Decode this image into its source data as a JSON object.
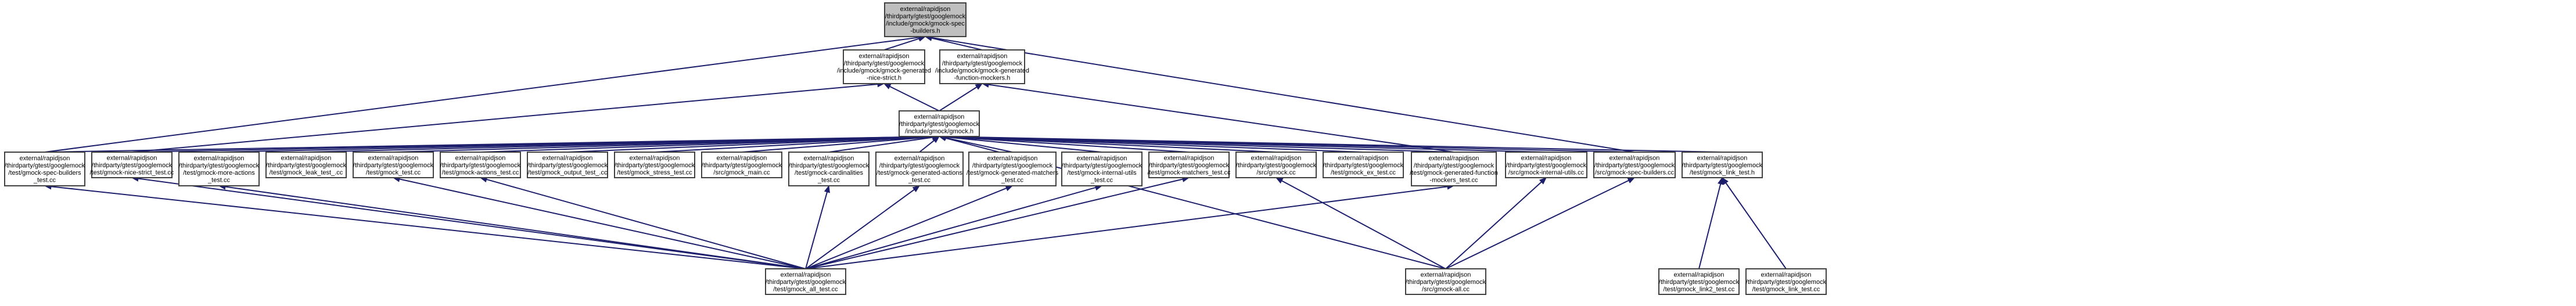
{
  "colors": {
    "node_fill": "#ffffff",
    "root_fill": "#bfbfbf",
    "node_border": "#404040",
    "edge": "#1c1e6b",
    "text": "#000000"
  },
  "nodes": [
    {
      "id": "n0",
      "root": true,
      "lines": [
        "external/rapidjson",
        "/thirdparty/gtest/googlemock",
        "/include/gmock/gmock-spec",
        "-builders.h"
      ]
    },
    {
      "id": "n1",
      "lines": [
        "external/rapidjson",
        "/thirdparty/gtest/googlemock",
        "/include/gmock/gmock-generated",
        "-nice-strict.h"
      ]
    },
    {
      "id": "n2",
      "lines": [
        "external/rapidjson",
        "/thirdparty/gtest/googlemock",
        "/include/gmock/gmock-generated",
        "-function-mockers.h"
      ]
    },
    {
      "id": "n3",
      "lines": [
        "external/rapidjson",
        "/thirdparty/gtest/googlemock",
        "/include/gmock/gmock.h"
      ]
    },
    {
      "id": "c0",
      "lines": [
        "external/rapidjson",
        "/thirdparty/gtest/googlemock",
        "/test/gmock-spec-builders",
        "_test.cc"
      ]
    },
    {
      "id": "c1",
      "lines": [
        "external/rapidjson",
        "/thirdparty/gtest/googlemock",
        "/test/gmock-nice-strict_test.cc"
      ]
    },
    {
      "id": "c2",
      "lines": [
        "external/rapidjson",
        "/thirdparty/gtest/googlemock",
        "/test/gmock-more-actions",
        "_test.cc"
      ]
    },
    {
      "id": "c3",
      "lines": [
        "external/rapidjson",
        "/thirdparty/gtest/googlemock",
        "/test/gmock_leak_test_.cc"
      ]
    },
    {
      "id": "c4",
      "lines": [
        "external/rapidjson",
        "/thirdparty/gtest/googlemock",
        "/test/gmock_test.cc"
      ]
    },
    {
      "id": "c5",
      "lines": [
        "external/rapidjson",
        "/thirdparty/gtest/googlemock",
        "/test/gmock-actions_test.cc"
      ]
    },
    {
      "id": "c6",
      "lines": [
        "external/rapidjson",
        "/thirdparty/gtest/googlemock",
        "/test/gmock_output_test_.cc"
      ]
    },
    {
      "id": "c7",
      "lines": [
        "external/rapidjson",
        "/thirdparty/gtest/googlemock",
        "/test/gmock_stress_test.cc"
      ]
    },
    {
      "id": "c8",
      "lines": [
        "external/rapidjson",
        "/thirdparty/gtest/googlemock",
        "/src/gmock_main.cc"
      ]
    },
    {
      "id": "c9",
      "lines": [
        "external/rapidjson",
        "/thirdparty/gtest/googlemock",
        "/test/gmock-cardinalities",
        "_test.cc"
      ]
    },
    {
      "id": "c10",
      "lines": [
        "external/rapidjson",
        "/thirdparty/gtest/googlemock",
        "/test/gmock-generated-actions",
        "_test.cc"
      ]
    },
    {
      "id": "c11",
      "lines": [
        "external/rapidjson",
        "/thirdparty/gtest/googlemock",
        "/test/gmock-generated-matchers",
        "_test.cc"
      ]
    },
    {
      "id": "c12",
      "lines": [
        "external/rapidjson",
        "/thirdparty/gtest/googlemock",
        "/test/gmock-internal-utils",
        "_test.cc"
      ]
    },
    {
      "id": "c13",
      "lines": [
        "external/rapidjson",
        "/thirdparty/gtest/googlemock",
        "/test/gmock-matchers_test.cc"
      ]
    },
    {
      "id": "c14",
      "lines": [
        "external/rapidjson",
        "/thirdparty/gtest/googlemock",
        "/src/gmock.cc"
      ]
    },
    {
      "id": "c15",
      "lines": [
        "external/rapidjson",
        "/thirdparty/gtest/googlemock",
        "/test/gmock_ex_test.cc"
      ]
    },
    {
      "id": "c16",
      "lines": [
        "external/rapidjson",
        "/thirdparty/gtest/googlemock",
        "/test/gmock-generated-function",
        "-mockers_test.cc"
      ]
    },
    {
      "id": "c17",
      "lines": [
        "external/rapidjson",
        "/thirdparty/gtest/googlemock",
        "/src/gmock-internal-utils.cc"
      ]
    },
    {
      "id": "c18",
      "lines": [
        "external/rapidjson",
        "/thirdparty/gtest/googlemock",
        "/src/gmock-spec-builders.cc"
      ]
    },
    {
      "id": "c19",
      "lines": [
        "external/rapidjson",
        "/thirdparty/gtest/googlemock",
        "/test/gmock_link_test.h"
      ]
    },
    {
      "id": "b0",
      "lines": [
        "external/rapidjson",
        "/thirdparty/gtest/googlemock",
        "/test/gmock_all_test.cc"
      ]
    },
    {
      "id": "b1",
      "lines": [
        "external/rapidjson",
        "/thirdparty/gtest/googlemock",
        "/src/gmock-all.cc"
      ]
    },
    {
      "id": "b2",
      "lines": [
        "external/rapidjson",
        "/thirdparty/gtest/googlemock",
        "/test/gmock_link2_test.cc"
      ]
    },
    {
      "id": "b3",
      "lines": [
        "external/rapidjson",
        "/thirdparty/gtest/googlemock",
        "/test/gmock_link_test.cc"
      ]
    }
  ],
  "edges": [
    [
      "n1",
      "n0"
    ],
    [
      "n2",
      "n0"
    ],
    [
      "c0",
      "n0"
    ],
    [
      "c18",
      "n0"
    ],
    [
      "n3",
      "n1"
    ],
    [
      "n3",
      "n2"
    ],
    [
      "c1",
      "n1"
    ],
    [
      "c16",
      "n2"
    ],
    [
      "c0",
      "n3"
    ],
    [
      "c1",
      "n3"
    ],
    [
      "c2",
      "n3"
    ],
    [
      "c3",
      "n3"
    ],
    [
      "c4",
      "n3"
    ],
    [
      "c5",
      "n3"
    ],
    [
      "c6",
      "n3"
    ],
    [
      "c7",
      "n3"
    ],
    [
      "c8",
      "n3"
    ],
    [
      "c9",
      "n3"
    ],
    [
      "c10",
      "n3"
    ],
    [
      "c11",
      "n3"
    ],
    [
      "c12",
      "n3"
    ],
    [
      "c13",
      "n3"
    ],
    [
      "c14",
      "n3"
    ],
    [
      "c15",
      "n3"
    ],
    [
      "c16",
      "n3"
    ],
    [
      "c17",
      "n3"
    ],
    [
      "c18",
      "n3"
    ],
    [
      "c19",
      "n3"
    ],
    [
      "b1",
      "n3"
    ],
    [
      "b0",
      "c0"
    ],
    [
      "b0",
      "c1"
    ],
    [
      "b0",
      "c2"
    ],
    [
      "b0",
      "c4"
    ],
    [
      "b0",
      "c5"
    ],
    [
      "b0",
      "c9"
    ],
    [
      "b0",
      "c10"
    ],
    [
      "b0",
      "c11"
    ],
    [
      "b0",
      "c12"
    ],
    [
      "b0",
      "c13"
    ],
    [
      "b0",
      "c16"
    ],
    [
      "b1",
      "c14"
    ],
    [
      "b1",
      "c17"
    ],
    [
      "b1",
      "c18"
    ],
    [
      "b2",
      "c19"
    ],
    [
      "b3",
      "c19"
    ]
  ]
}
